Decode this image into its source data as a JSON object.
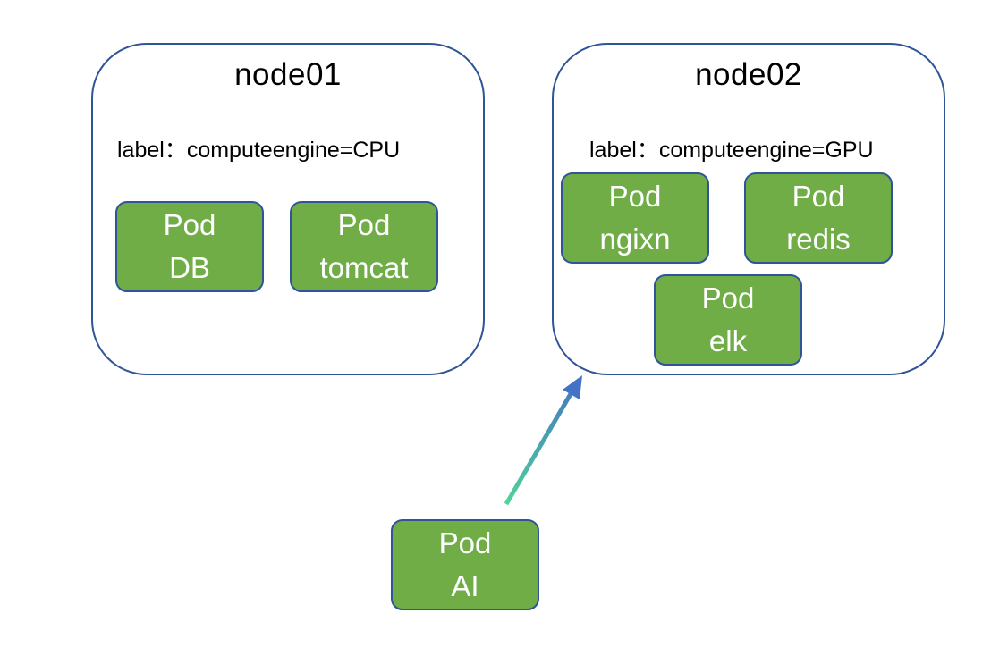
{
  "nodes": [
    {
      "title": "node01",
      "label": "label：computeengine=CPU"
    },
    {
      "title": "node02",
      "label": "label：computeengine=GPU"
    }
  ],
  "pods": {
    "db": {
      "line1": "Pod",
      "line2": "DB"
    },
    "tomcat": {
      "line1": "Pod",
      "line2": "tomcat"
    },
    "nginx": {
      "line1": "Pod",
      "line2": "ngixn"
    },
    "redis": {
      "line1": "Pod",
      "line2": "redis"
    },
    "elk": {
      "line1": "Pod",
      "line2": "elk"
    },
    "ai": {
      "line1": "Pod",
      "line2": "AI"
    }
  },
  "colors": {
    "pod_fill": "#70ad47",
    "border": "#2f5597",
    "arrow_start": "#4fd39a",
    "arrow_end": "#4472c4"
  }
}
